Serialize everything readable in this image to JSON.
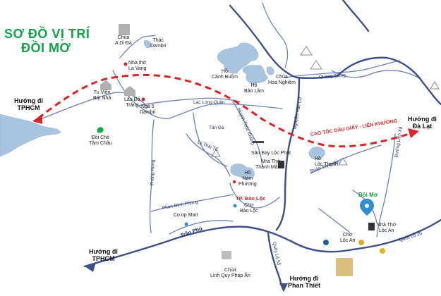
{
  "title": {
    "line1": "SƠ ĐỒ VỊ TRÍ",
    "line2": "ĐỒI MƠ"
  },
  "directions": {
    "tphcm_top": {
      "line1": "Hướng đi",
      "line2": "TPHCM"
    },
    "dalat": {
      "line1": "Hướng đi",
      "line2": "Đà Lạt"
    },
    "tphcm_bottom": {
      "line1": "Hướng đi",
      "line2": "TPHCM"
    },
    "phanthiet": {
      "line1": "Hướng đi",
      "line2": "Phan Thiết"
    }
  },
  "highlight": "Đồi Mơ",
  "expressway": "CAO TỐC DẦU GIÂY - LIÊN KHƯƠNG",
  "city": "TP. Bảo Lộc",
  "places": {
    "chua_adida": {
      "line1": "Chùa",
      "line2": "A Di Đà"
    },
    "thac_dambri": {
      "line1": "Thác",
      "line2": "Dambri"
    },
    "nhatho_lavang": {
      "line1": "Nhà thờ",
      "line2": "La Vang"
    },
    "ho_canhbuom": {
      "line1": "Hồ",
      "line2": "Cánh Buồm"
    },
    "chua_hoanghiem": {
      "line1": "Chùa",
      "line2": "Hoa Nghiêm"
    },
    "ho_baolam": {
      "line1": "Hồ",
      "line2": "Bảo Lâm"
    },
    "tuvien_batnha": {
      "line1": "Tu Viện",
      "line2": "Bát Nhã"
    },
    "laudatrang": {
      "line1": "Lâu Đá",
      "line2": "Trắng"
    },
    "nga5": {
      "line1": "Ngã 5",
      "line2": "Dambri"
    },
    "doiche": {
      "line1": "Đồi Chè",
      "line2": "Tâm Châu"
    },
    "sanbay": "Sân Bay Lộc Phát",
    "nhatho_thanhmau": {
      "line1": "Nhà Thờ",
      "line2": "Thánh Mẫu"
    },
    "ho_locthanh": {
      "line1": "Hồ",
      "line2": "Lộc Thanh"
    },
    "ho_namphuong": {
      "line1": "Hồ",
      "line2": "Nam",
      "line3": "Phương"
    },
    "cho_baoloc": {
      "line1": "Chợ",
      "line2": "Bảo Lộc"
    },
    "coop": "Co.op Mart",
    "cho_locan": {
      "line1": "Chợ",
      "line2": "Lộc An"
    },
    "nhatho_locan": {
      "line1": "Nhà Thờ",
      "line2": "Lộc An"
    },
    "chua_linhquy": {
      "line1": "Chùa",
      "line2": "Linh Quy Pháp Ấn"
    }
  },
  "roads": {
    "lac_long_quan": "Lạc Long Quân",
    "quang_trung": "Quang Trung",
    "nguyen_van_cu": "Nguyễn Văn Cừ",
    "huynh_thuc_khang": "Huỳnh Thúc Kháng",
    "tan_da": "Tản Đà",
    "ly_thai_to": "Lý Thái Tổ",
    "doan_thi_diem": "Đoàn Thị Điểm",
    "lien_xa": "Đường Liên Xã",
    "phung_hung": "Phùng Hưng",
    "phan_dinh_phung": "Phan Đình Phùng",
    "tran_phu": "Trần Phú",
    "ql55": "Quốc Lộ 55",
    "ql20": "Quốc Lộ 20"
  },
  "colors": {
    "title": "#14a34a",
    "road": "#6e7fb8",
    "main_road": "#3e4f87",
    "water": "#a9c4df",
    "expressway": "#d9252a",
    "dir_arrow": "#3e4f87"
  }
}
